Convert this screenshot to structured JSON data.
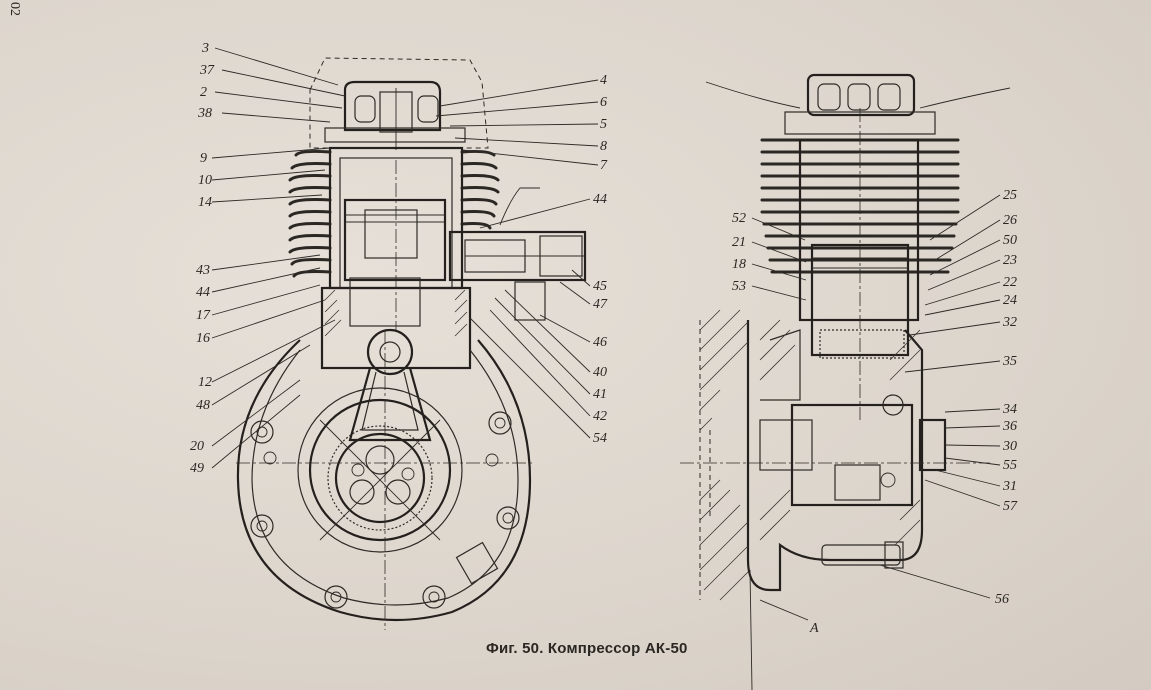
{
  "page_number": "02",
  "caption": "Фиг. 50. Компрессор АК-50",
  "left_view_labels": [
    "3",
    "37",
    "2",
    "38",
    "9",
    "10",
    "14",
    "43",
    "44",
    "17",
    "16",
    "12",
    "48",
    "20",
    "49",
    "4",
    "6",
    "5",
    "8",
    "7",
    "44",
    "45",
    "47",
    "46",
    "40",
    "41",
    "42",
    "54"
  ],
  "right_view_labels": [
    "52",
    "21",
    "18",
    "53",
    "25",
    "26",
    "50",
    "23",
    "22",
    "24",
    "32",
    "35",
    "34",
    "36",
    "30",
    "55",
    "31",
    "57",
    "56",
    "A"
  ]
}
